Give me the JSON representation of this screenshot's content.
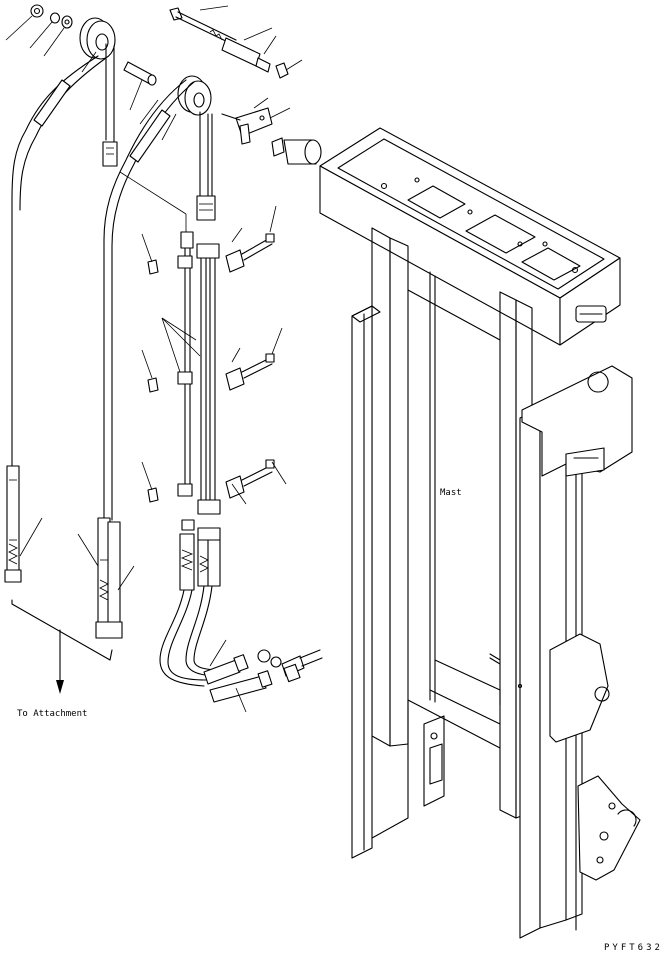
{
  "labels": {
    "mast": "Mast",
    "to_attachment": "To Attachment",
    "drawing_code": "PYFT632"
  }
}
